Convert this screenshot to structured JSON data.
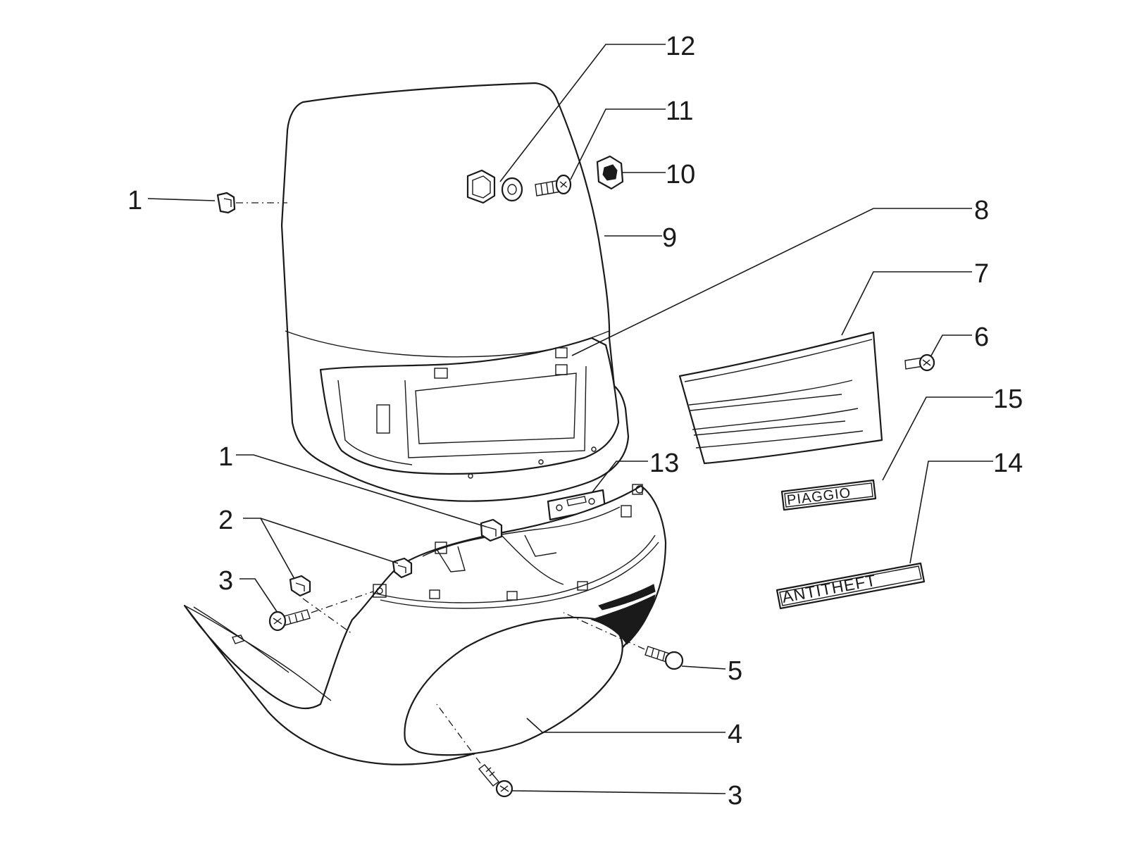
{
  "diagram": {
    "callouts": [
      {
        "id": "c1a",
        "label": "1"
      },
      {
        "id": "c12",
        "label": "12"
      },
      {
        "id": "c11",
        "label": "11"
      },
      {
        "id": "c10",
        "label": "10"
      },
      {
        "id": "c9",
        "label": "9"
      },
      {
        "id": "c8",
        "label": "8"
      },
      {
        "id": "c7",
        "label": "7"
      },
      {
        "id": "c6",
        "label": "6"
      },
      {
        "id": "c15",
        "label": "15"
      },
      {
        "id": "c14",
        "label": "14"
      },
      {
        "id": "c13",
        "label": "13"
      },
      {
        "id": "c1b",
        "label": "1"
      },
      {
        "id": "c2",
        "label": "2"
      },
      {
        "id": "c3a",
        "label": "3"
      },
      {
        "id": "c5",
        "label": "5"
      },
      {
        "id": "c4",
        "label": "4"
      },
      {
        "id": "c3b",
        "label": "3"
      }
    ],
    "decals": {
      "piaggio": "PIAGGIO",
      "antitheft": "ANTITHEFT"
    }
  }
}
